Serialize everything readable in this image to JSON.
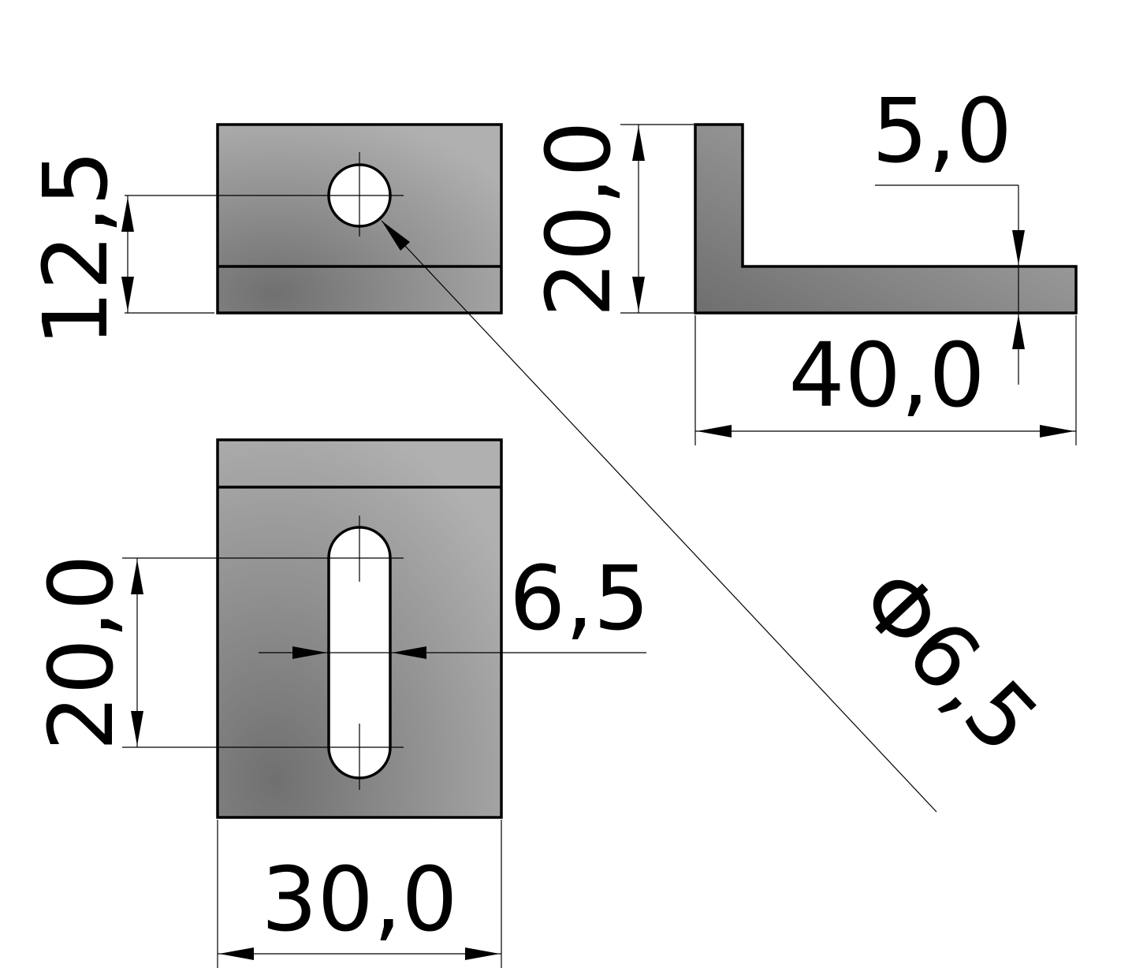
{
  "drawing": {
    "top_view": {
      "hole_height_dim": "12,5"
    },
    "side_view": {
      "height_dim": "20,0",
      "thickness_dim": "5,0",
      "length_dim": "40,0"
    },
    "bottom_view": {
      "slot_length_dim": "20,0",
      "slot_width_dim": "6,5",
      "width_dim": "30,0"
    },
    "hole_diameter_dim": "Φ6,5"
  },
  "colors": {
    "part_dark": "#6e6e6e",
    "part_light": "#b2b2b2",
    "line": "#000000"
  }
}
